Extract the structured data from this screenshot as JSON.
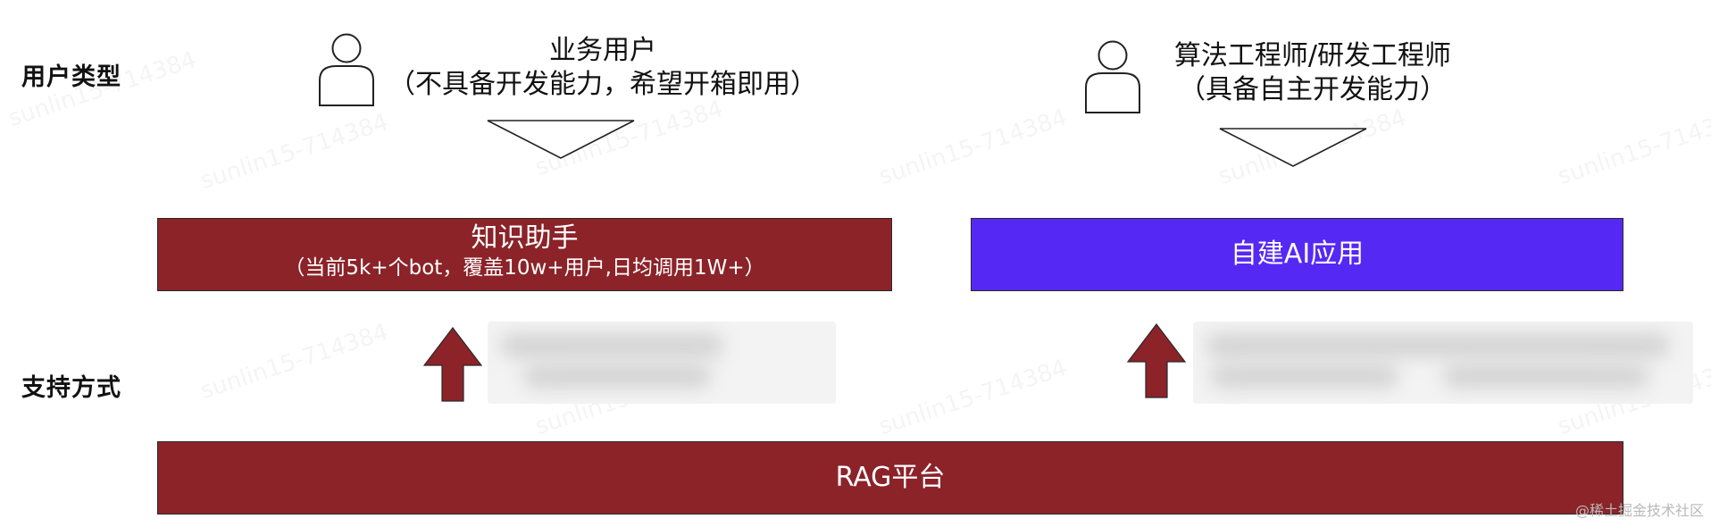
{
  "labels": {
    "user_types": "用户类型",
    "support_methods": "支持方式"
  },
  "users": {
    "business": {
      "name": "业务用户",
      "desc": "（不具备开发能力，希望开箱即用）",
      "icon": "person-icon"
    },
    "engineer": {
      "name": "算法工程师/研发工程师",
      "desc": "（具备自主开发能力）",
      "icon": "person-icon"
    }
  },
  "products": {
    "knowledge_assistant": {
      "title": "知识助手",
      "subtitle": "（当前5k+个bot，覆盖10w+用户,日均调用1W+）",
      "color": "#8b2329"
    },
    "self_built_ai": {
      "title": "自建AI应用",
      "color": "#5628f4"
    }
  },
  "platform": {
    "title": "RAG平台",
    "color": "#8b2329"
  },
  "watermark": "sunlin15-714384",
  "credit": "@稀土掘金技术社区"
}
